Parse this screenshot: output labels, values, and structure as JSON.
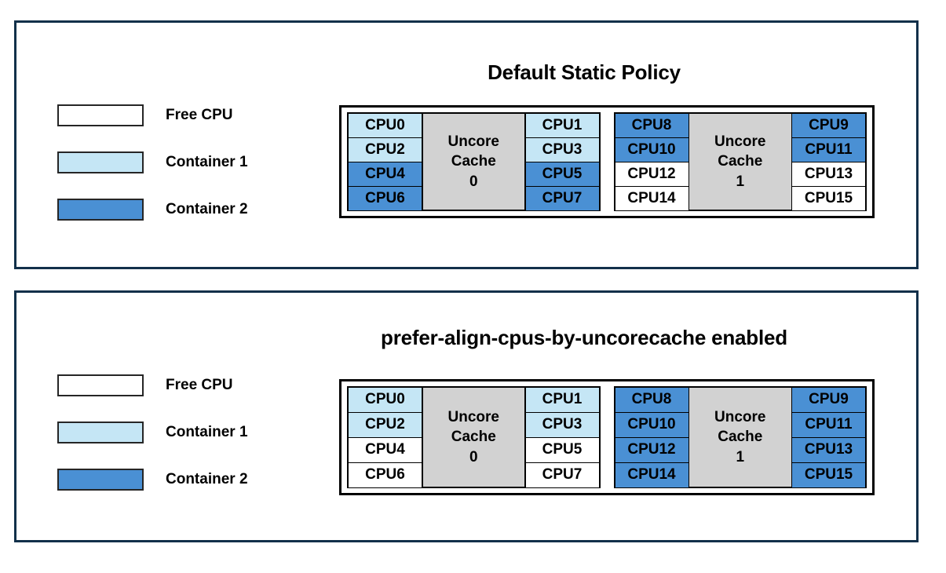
{
  "colors": {
    "free_cpu": "#ffffff",
    "container1": "#c5e6f5",
    "container2": "#4a90d4",
    "uncore_cache": "#d2d2d2",
    "panel_border": "#12304a",
    "diagram_border": "#000000"
  },
  "legend": {
    "items": [
      {
        "label": "Free CPU",
        "fill": "#ffffff"
      },
      {
        "label": "Container 1",
        "fill": "#c5e6f5"
      },
      {
        "label": "Container 2",
        "fill": "#4a90d4"
      }
    ]
  },
  "panels": [
    {
      "title": "Default Static Policy",
      "cache_groups": [
        {
          "cache_label_line1": "Uncore",
          "cache_label_line2": "Cache",
          "cache_label_line3": "0",
          "left_column": [
            {
              "label": "CPU0",
              "fill": "#c5e6f5",
              "owner": "Container 1"
            },
            {
              "label": "CPU2",
              "fill": "#c5e6f5",
              "owner": "Container 1"
            },
            {
              "label": "CPU4",
              "fill": "#4a90d4",
              "owner": "Container 2"
            },
            {
              "label": "CPU6",
              "fill": "#4a90d4",
              "owner": "Container 2"
            }
          ],
          "right_column": [
            {
              "label": "CPU1",
              "fill": "#c5e6f5",
              "owner": "Container 1"
            },
            {
              "label": "CPU3",
              "fill": "#c5e6f5",
              "owner": "Container 1"
            },
            {
              "label": "CPU5",
              "fill": "#4a90d4",
              "owner": "Container 2"
            },
            {
              "label": "CPU7",
              "fill": "#4a90d4",
              "owner": "Container 2"
            }
          ]
        },
        {
          "cache_label_line1": "Uncore",
          "cache_label_line2": "Cache",
          "cache_label_line3": "1",
          "left_column": [
            {
              "label": "CPU8",
              "fill": "#4a90d4",
              "owner": "Container 2"
            },
            {
              "label": "CPU10",
              "fill": "#4a90d4",
              "owner": "Container 2"
            },
            {
              "label": "CPU12",
              "fill": "#ffffff",
              "owner": "Free CPU"
            },
            {
              "label": "CPU14",
              "fill": "#ffffff",
              "owner": "Free CPU"
            }
          ],
          "right_column": [
            {
              "label": "CPU9",
              "fill": "#4a90d4",
              "owner": "Container 2"
            },
            {
              "label": "CPU11",
              "fill": "#4a90d4",
              "owner": "Container 2"
            },
            {
              "label": "CPU13",
              "fill": "#ffffff",
              "owner": "Free CPU"
            },
            {
              "label": "CPU15",
              "fill": "#ffffff",
              "owner": "Free CPU"
            }
          ]
        }
      ]
    },
    {
      "title": "prefer-align-cpus-by-uncorecache enabled",
      "cache_groups": [
        {
          "cache_label_line1": "Uncore",
          "cache_label_line2": "Cache",
          "cache_label_line3": "0",
          "left_column": [
            {
              "label": "CPU0",
              "fill": "#c5e6f5",
              "owner": "Container 1"
            },
            {
              "label": "CPU2",
              "fill": "#c5e6f5",
              "owner": "Container 1"
            },
            {
              "label": "CPU4",
              "fill": "#ffffff",
              "owner": "Free CPU"
            },
            {
              "label": "CPU6",
              "fill": "#ffffff",
              "owner": "Free CPU"
            }
          ],
          "right_column": [
            {
              "label": "CPU1",
              "fill": "#c5e6f5",
              "owner": "Container 1"
            },
            {
              "label": "CPU3",
              "fill": "#c5e6f5",
              "owner": "Container 1"
            },
            {
              "label": "CPU5",
              "fill": "#ffffff",
              "owner": "Free CPU"
            },
            {
              "label": "CPU7",
              "fill": "#ffffff",
              "owner": "Free CPU"
            }
          ]
        },
        {
          "cache_label_line1": "Uncore",
          "cache_label_line2": "Cache",
          "cache_label_line3": "1",
          "left_column": [
            {
              "label": "CPU8",
              "fill": "#4a90d4",
              "owner": "Container 2"
            },
            {
              "label": "CPU10",
              "fill": "#4a90d4",
              "owner": "Container 2"
            },
            {
              "label": "CPU12",
              "fill": "#4a90d4",
              "owner": "Container 2"
            },
            {
              "label": "CPU14",
              "fill": "#4a90d4",
              "owner": "Container 2"
            }
          ],
          "right_column": [
            {
              "label": "CPU9",
              "fill": "#4a90d4",
              "owner": "Container 2"
            },
            {
              "label": "CPU11",
              "fill": "#4a90d4",
              "owner": "Container 2"
            },
            {
              "label": "CPU13",
              "fill": "#4a90d4",
              "owner": "Container 2"
            },
            {
              "label": "CPU15",
              "fill": "#4a90d4",
              "owner": "Container 2"
            }
          ]
        }
      ]
    }
  ]
}
